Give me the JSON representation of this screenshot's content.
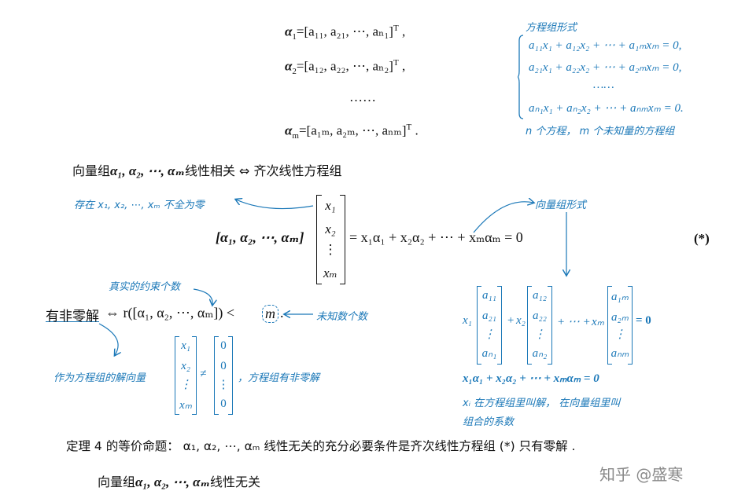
{
  "top_equations": [
    {
      "lhs": "α",
      "sub": "1",
      "content": "=[a₁₁, a₂₁, ⋯, aₙ₁]",
      "sup": "T",
      "end": ","
    },
    {
      "lhs": "α",
      "sub": "2",
      "content": "=[a₁₂, a₂₂, ⋯, aₙ₂]",
      "sup": "T",
      "end": ","
    },
    {
      "dots": "……"
    },
    {
      "lhs": "α",
      "sub": "m",
      "content": "=[a₁ₘ, a₂ₘ, ⋯, aₙₘ]",
      "sup": "T",
      "end": "."
    }
  ],
  "system_form": {
    "title": "方程组形式",
    "rows": [
      "a₁₁x₁ + a₁₂x₂ + ⋯ + a₁ₘxₘ = 0,",
      "a₂₁x₁ + a₂₂x₂ + ⋯ + a₂ₘxₘ = 0,",
      "……",
      "aₙ₁x₁ + aₙ₂x₂ + ⋯ + aₙₘxₘ = 0."
    ],
    "note": "n 个方程， m 个未知量的方程组"
  },
  "line1": {
    "prefix": "向量组",
    "vectors": "α₁, α₂, ⋯, αₘ",
    "suffix": "线性相关 ⇔ 齐次线性方程组"
  },
  "note_nonzero": "存在 x₁, x₂, ⋯, xₘ 不全为零",
  "note_vector_form": "向量组形式",
  "main_eq": {
    "lhs_matrix": "[α₁, α₂, ⋯, αₘ]",
    "col": [
      "x₁",
      "x₂",
      "⋮",
      "xₘ"
    ],
    "rhs": "= x₁α₁ + x₂α₂ + ⋯ + xₘαₘ = 0",
    "tag": "(*)"
  },
  "note_constraints": "真实的约束个数",
  "rank_line": {
    "left": "有非零解",
    "mid": "⇔ r([α₁, α₂, ⋯, αₘ]) <",
    "m": "m",
    "end": "."
  },
  "note_unknowns": "未知数个数",
  "note_solution_vector": "作为方程组的解向量",
  "sol_col": [
    "x₁",
    "x₂",
    "⋮",
    "xₘ"
  ],
  "zero_col": [
    "0",
    "0",
    "⋮",
    "0"
  ],
  "note_nonzero_solution": "，方程组有非零解",
  "vector_sum": {
    "cols": [
      {
        "coef": "x₁",
        "entries": [
          "a₁₁",
          "a₂₁",
          "⋮",
          "aₙ₁"
        ]
      },
      {
        "coef": "x₂",
        "entries": [
          "a₁₂",
          "a₂₂",
          "⋮",
          "aₙ₂"
        ]
      },
      {
        "coef": "xₘ",
        "entries": [
          "a₁ₘ",
          "a₂ₘ",
          "⋮",
          "aₙₘ"
        ]
      }
    ],
    "plus": "+",
    "dots": "+ ⋯ +",
    "result": "= 0",
    "line2": "x₁α₁ + x₂α₂ + ⋯ + xₘαₘ = 0",
    "note1": "xᵢ 在方程组里叫解， 在向量组里叫",
    "note2": "组合的系数"
  },
  "theorem": "定理 4 的等价命题： α₁, α₂, ⋯, αₘ 线性无关的充分必要条件是齐次线性方程组 (*) 只有零解 .",
  "last_line": {
    "prefix": "向量组",
    "vectors": "α₁, α₂, ⋯, αₘ",
    "suffix": "线性无关"
  },
  "watermark": "知乎 @盛寒",
  "colors": {
    "annotation": "#1b78b8",
    "text": "#111111"
  }
}
